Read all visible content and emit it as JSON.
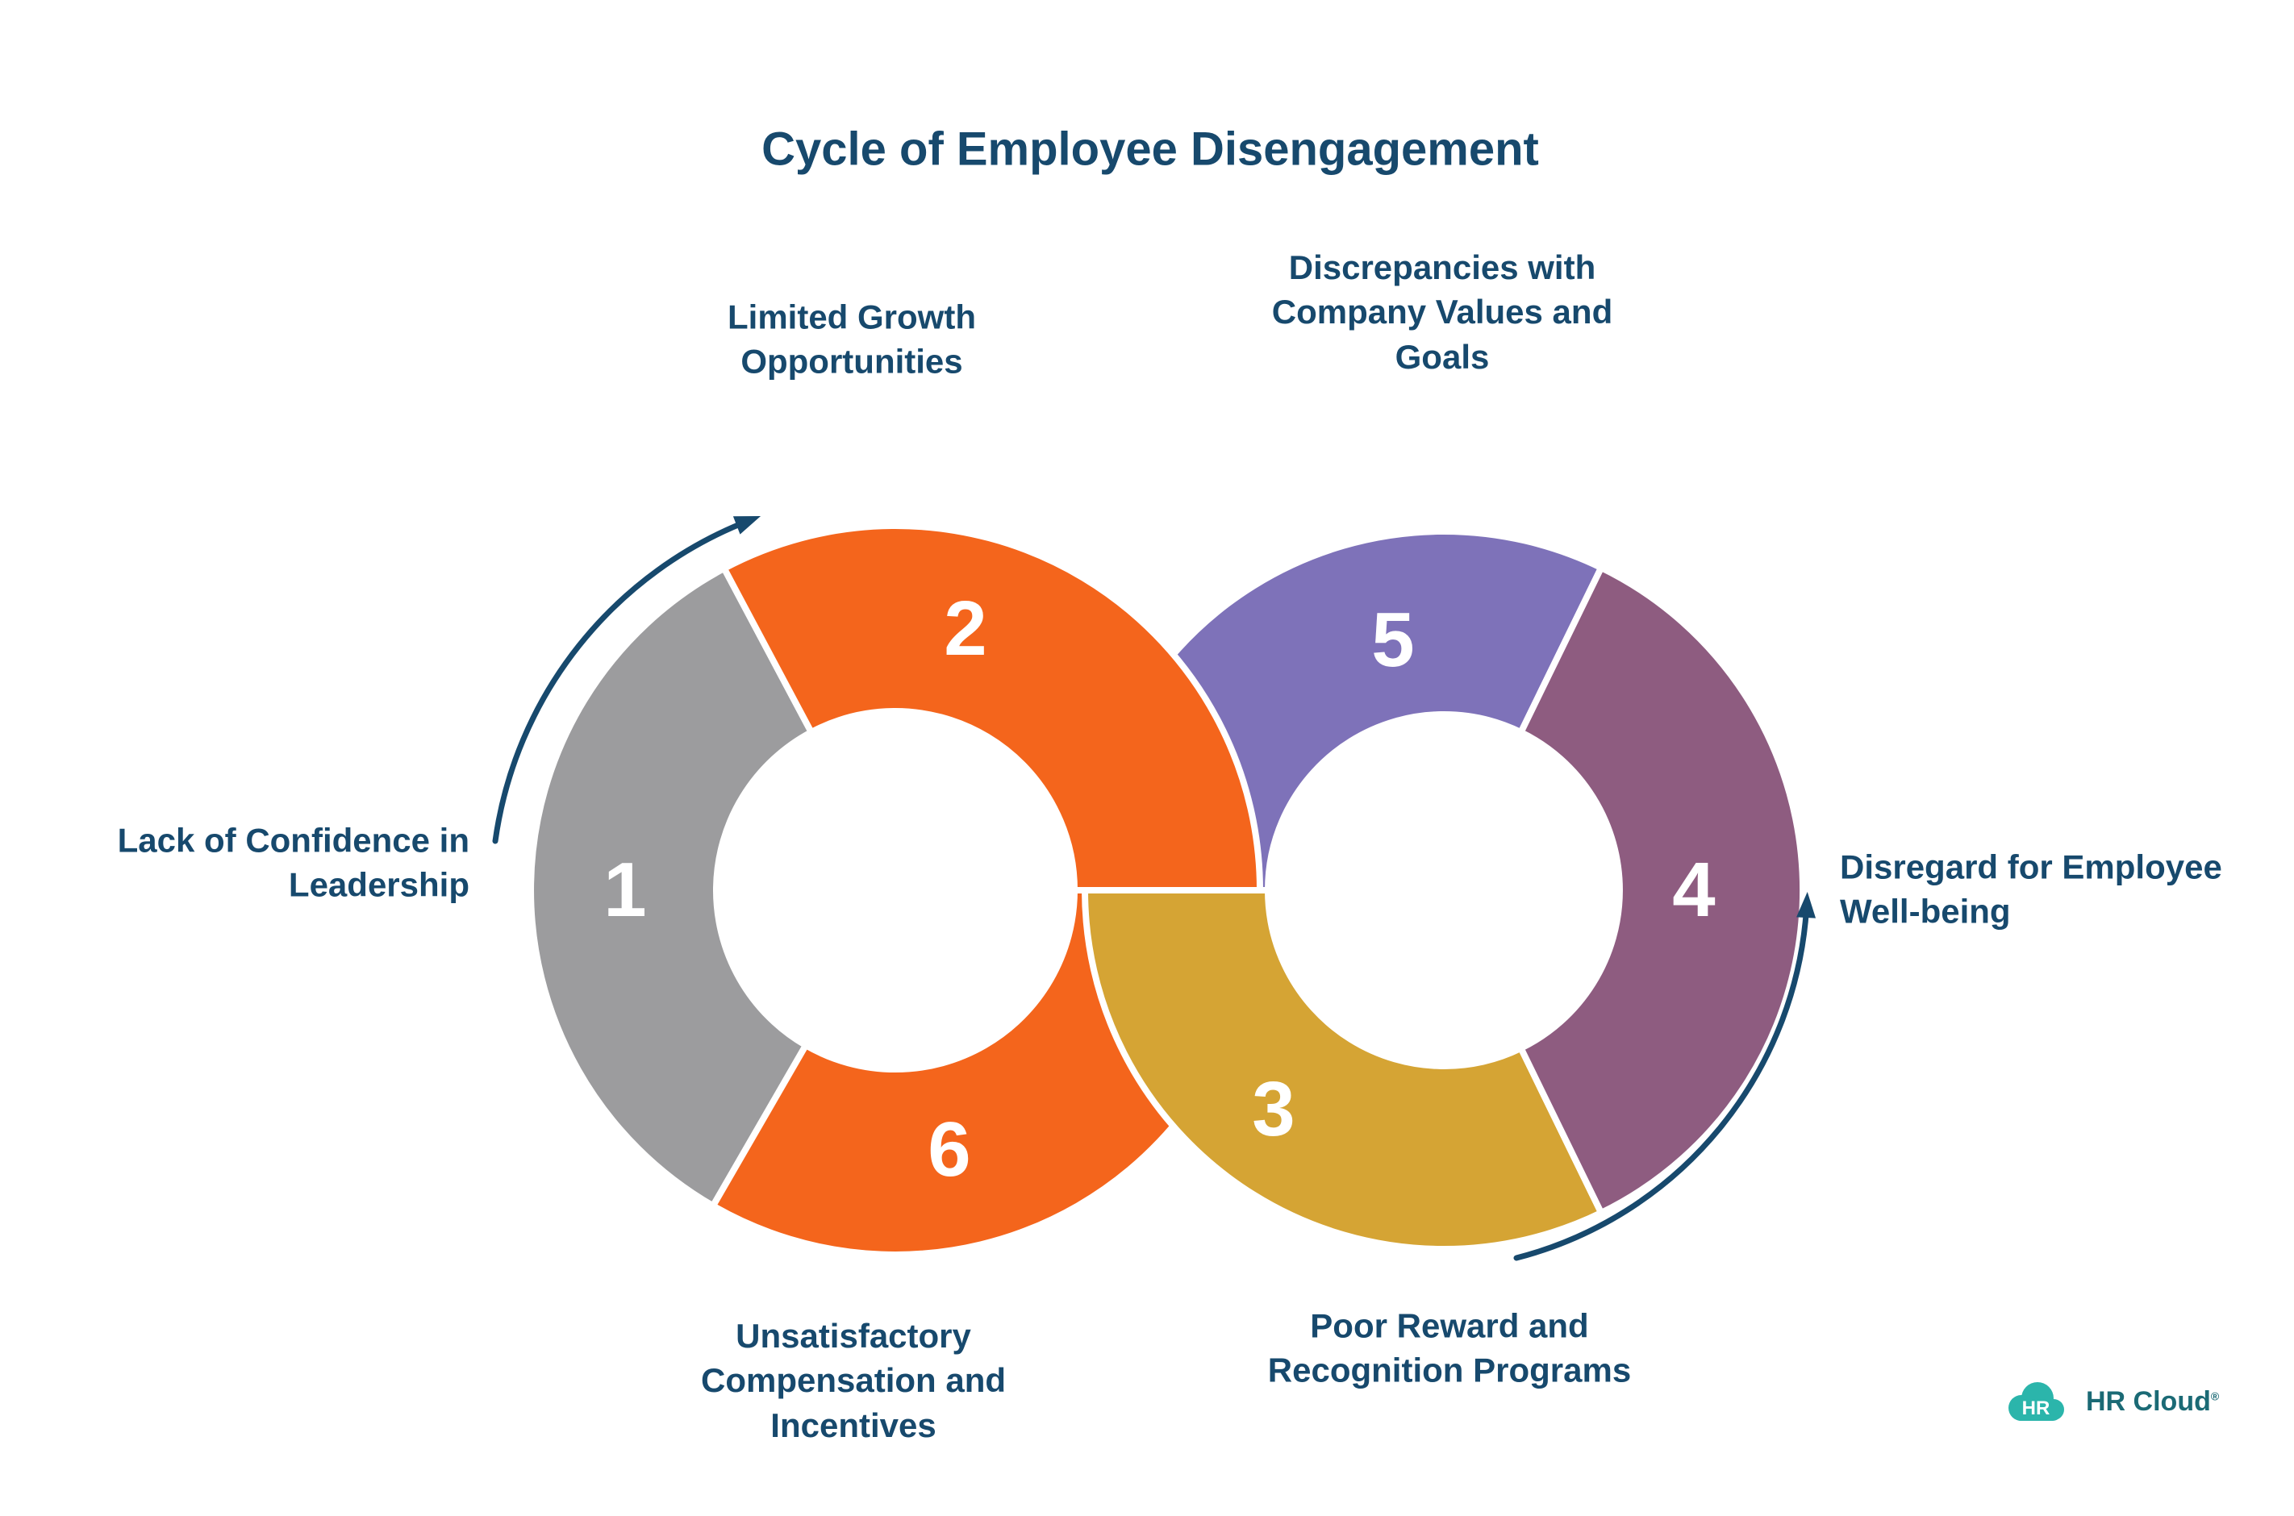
{
  "title": "Cycle of Employee Disengagement",
  "colors": {
    "navy": "#17496d",
    "teal": "#2bb5ab",
    "white": "#ffffff"
  },
  "segments": [
    {
      "number": "1",
      "label": "Lack of Confidence in Leadership",
      "color": "#9c9c9e"
    },
    {
      "number": "2",
      "label": "Limited Growth Opportunities",
      "color": "#f4651c"
    },
    {
      "number": "3",
      "label": "Poor Reward and Recognition Programs",
      "color": "#d5a434"
    },
    {
      "number": "4",
      "label": "Disregard for Employee Well-being",
      "color": "#8e5c80"
    },
    {
      "number": "5",
      "label": "Discrepancies with Company Values and Goals",
      "color": "#7e72b9"
    },
    {
      "number": "6",
      "label": "Unsatisfactory Compensation and Incentives",
      "color": "#f4651c"
    }
  ],
  "logo": {
    "badge": "HR",
    "name": "HR Cloud",
    "reg": "®"
  }
}
